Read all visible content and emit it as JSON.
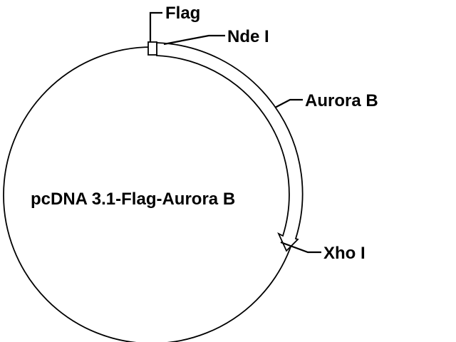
{
  "plasmid": {
    "name": "pcDNA 3.1-Flag-Aurora B"
  },
  "features": {
    "flag": "Flag",
    "insert": "Aurora B"
  },
  "sites": {
    "nde": "Nde I",
    "xho": "Xho I"
  },
  "colors": {
    "line": "#000000",
    "background": "#ffffff"
  }
}
